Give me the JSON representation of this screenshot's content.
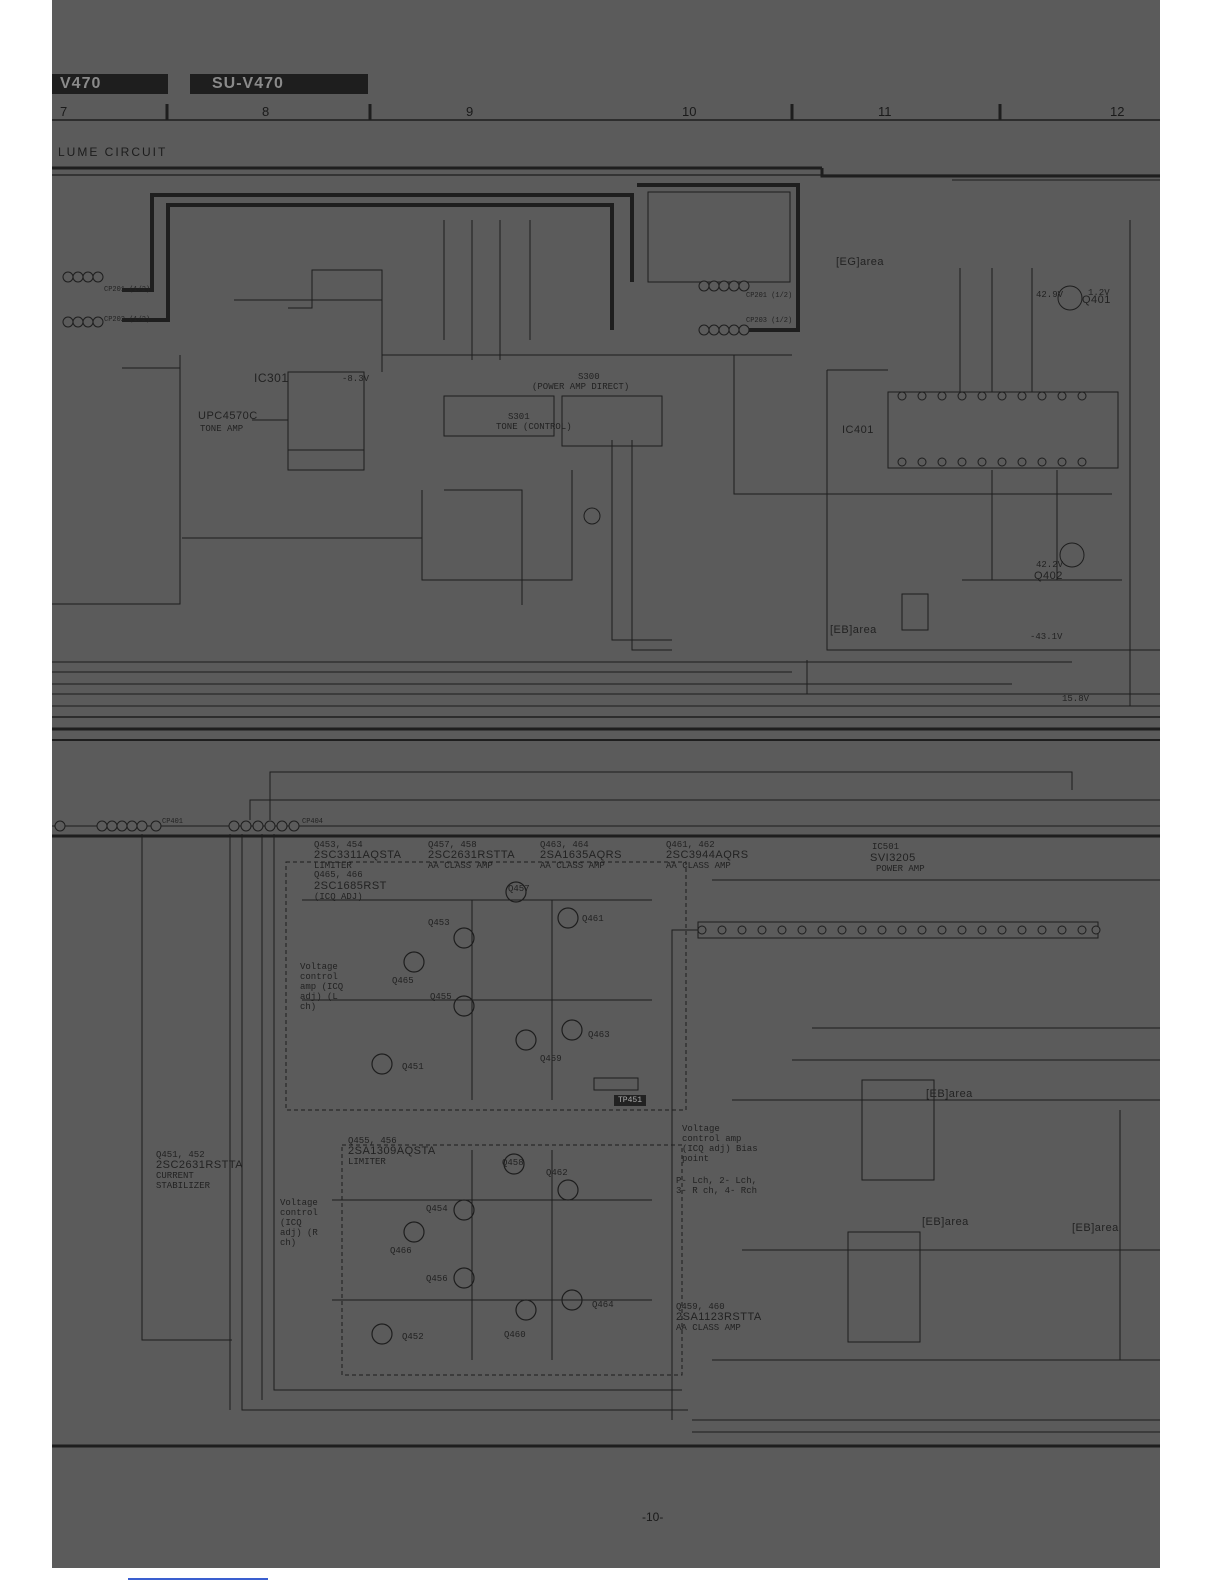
{
  "header": {
    "tab_left": "V470",
    "tab_right": "SU-V470",
    "zones": [
      "7",
      "8",
      "9",
      "10",
      "11",
      "12"
    ],
    "section_title": "LUME CIRCUIT"
  },
  "top_section": {
    "ic301": {
      "ref": "IC301",
      "part": "UPC4570C",
      "desc": "TONE AMP"
    },
    "ic401_ref": "IC401",
    "s300": {
      "ref": "S300",
      "desc": "(POWER AMP DIRECT)"
    },
    "s301": {
      "ref": "S301",
      "desc": "TONE (CONTROL)"
    },
    "transistors": [
      "Q401",
      "Q402"
    ],
    "voltages": [
      "42.9V",
      "42.2V",
      "-43.1V",
      "15.8V",
      "1.2V",
      "-8.3V"
    ],
    "eq_labels": [
      "[EG]area",
      "[EB]area"
    ],
    "connectors": [
      "CP201 (1/2)",
      "CP202 (1/2)",
      "CP201 (1/2)",
      "CP203 (1/2)"
    ]
  },
  "bottom_section": {
    "ic501": {
      "ref": "IC501",
      "part": "SVI3205",
      "desc": "POWER AMP"
    },
    "groups": [
      {
        "refs": "Q453, 454",
        "part": "2SC3311AQSTA",
        "desc": "LIMITER"
      },
      {
        "refs": "Q457, 458",
        "part": "2SC2631RSTTA",
        "desc": "AA CLASS AMP"
      },
      {
        "refs": "Q463, 464",
        "part": "2SA1635AQRS",
        "desc": "AA CLASS AMP"
      },
      {
        "refs": "Q461, 462",
        "part": "2SC3944AQRS",
        "desc": "AA CLASS AMP"
      },
      {
        "refs": "Q465, 466",
        "part": "2SC1685RST",
        "desc": "(ICQ ADJ)"
      },
      {
        "refs": "Q455, 456",
        "part": "2SA1309AQSTA",
        "desc": "LIMITER"
      },
      {
        "refs": "Q451, 452",
        "part": "2SC2631RSTTA",
        "desc": "CURRENT STABILIZER"
      },
      {
        "refs": "Q459, 460",
        "part": "2SA1123RSTTA",
        "desc": "AA CLASS AMP"
      }
    ],
    "transistors": [
      "Q457",
      "Q461",
      "Q453",
      "Q465",
      "Q455",
      "Q459",
      "Q463",
      "Q451",
      "Q458",
      "Q462",
      "Q454",
      "Q466",
      "Q456",
      "Q460",
      "Q464",
      "Q452"
    ],
    "notes": {
      "vca_l": "Voltage control amp (ICQ adj) (L ch)",
      "vca_r": "Voltage control (ICQ adj) (R ch)",
      "vca_bias": "Voltage control amp (ICQ adj) Bias point",
      "channel": "P- Lch, 2- Lch, 3- R ch, 4- Rch"
    },
    "tp_tag": "TP451",
    "eq_labels": [
      "[EB]area",
      "[EB]area",
      "[EB]area"
    ],
    "connectors": [
      "CP401",
      "CP404"
    ]
  },
  "footer": {
    "page_number": "-10-"
  },
  "colors": {
    "paper": "#5b5b5b",
    "ink": "#1e1e1e",
    "tab": "#1e1e1e",
    "link": "#3a5fd0"
  }
}
